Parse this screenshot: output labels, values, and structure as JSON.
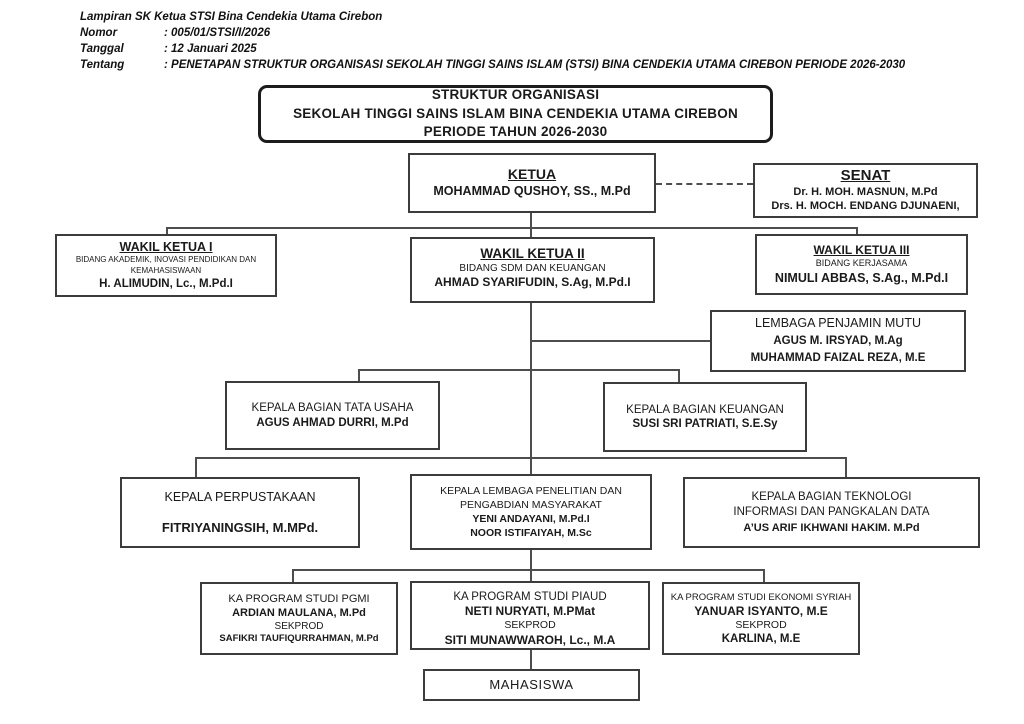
{
  "header": {
    "lampiran": "Lampiran SK Ketua STSI Bina Cendekia Utama Cirebon",
    "rows": [
      {
        "label": "Nomor",
        "value": ": 005/01/STSI/I/2026"
      },
      {
        "label": "Tanggal",
        "value": ": 12 Januari 2025"
      },
      {
        "label": "Tentang",
        "value": ": PENETAPAN STRUKTUR ORGANISASI SEKOLAH TINGGI SAINS ISLAM (STSI) BINA CENDEKIA UTAMA CIREBON PERIODE 2026-2030"
      }
    ]
  },
  "chart": {
    "title_box": {
      "line1": "STRUKTUR ORGANISASI",
      "line2": "SEKOLAH TINGGI SAINS ISLAM BINA CENDEKIA UTAMA CIREBON",
      "line3": "PERIODE TAHUN 2026-2030"
    },
    "ketua": {
      "title": "KETUA",
      "name": "MOHAMMAD QUSHOY, SS., M.Pd"
    },
    "senat": {
      "title": "SENAT",
      "members": [
        "Dr. H. MOH. MASNUN, M.Pd",
        "Drs. H. MOCH. ENDANG DJUNAENI,"
      ]
    },
    "wakil1": {
      "title": "WAKIL KETUA I",
      "bidang": "BIDANG AKADEMIK, INOVASI PENDIDIKAN DAN KEMAHASISWAAN",
      "name": "H. ALIMUDIN, Lc., M.Pd.I"
    },
    "wakil2": {
      "title": "WAKIL KETUA II",
      "bidang": "BIDANG SDM DAN KEUANGAN",
      "name": "AHMAD SYARIFUDIN, S.Ag, M.Pd.I"
    },
    "wakil3": {
      "title": "WAKIL KETUA III",
      "bidang": "BIDANG KERJASAMA",
      "name": "NIMULI ABBAS, S.Ag., M.Pd.I"
    },
    "lpm": {
      "title": "LEMBAGA PENJAMIN MUTU",
      "names": [
        "AGUS M. IRSYAD, M.Ag",
        "MUHAMMAD FAIZAL REZA, M.E"
      ]
    },
    "tata_usaha": {
      "title": "KEPALA BAGIAN TATA USAHA",
      "name": "AGUS AHMAD DURRI, M.Pd"
    },
    "keuangan": {
      "title": "KEPALA BAGIAN KEUANGAN",
      "name": "SUSI SRI PATRIATI, S.E.Sy"
    },
    "perpustakaan": {
      "title": "KEPALA PERPUSTAKAAN",
      "name": "FITRIYANINGSIH, M.MPd."
    },
    "penelitian": {
      "title": "KEPALA LEMBAGA PENELITIAN DAN PENGABDIAN MASYARAKAT",
      "names": [
        "YENI ANDAYANI, M.Pd.I",
        "NOOR ISTIFAIYAH, M.Sc"
      ]
    },
    "teknologi": {
      "title": "KEPALA BAGIAN TEKNOLOGI INFORMASI DAN PANGKALAN DATA",
      "name": "A’US ARIF IKHWANI HAKIM. M.Pd"
    },
    "prodi_pgmi": {
      "title": "KA PROGRAM STUDI PGMI",
      "kaprodi": "ARDIAN MAULANA, M.Pd",
      "sekprod_label": "SEKPROD",
      "sekprod": "SAFIKRI TAUFIQURRAHMAN, M.Pd"
    },
    "prodi_piaud": {
      "title": "KA PROGRAM STUDI PIAUD",
      "kaprodi": "NETI NURYATI, M.PMat",
      "sekprod_label": "SEKPROD",
      "sekprod": "SITI MUNAWWAROH, Lc., M.A"
    },
    "prodi_ekonomi": {
      "title": "KA PROGRAM STUDI EKONOMI SYRIAH",
      "kaprodi": "YANUAR ISYANTO, M.E",
      "sekprod_label": "SEKPROD",
      "sekprod": "KARLINA, M.E"
    },
    "mahasiswa": {
      "title": "MAHASISWA"
    }
  },
  "colors": {
    "background": "#ffffff",
    "line": "#4d4d4d",
    "border": "#3c3c3c",
    "text": "#1a1a1a"
  }
}
